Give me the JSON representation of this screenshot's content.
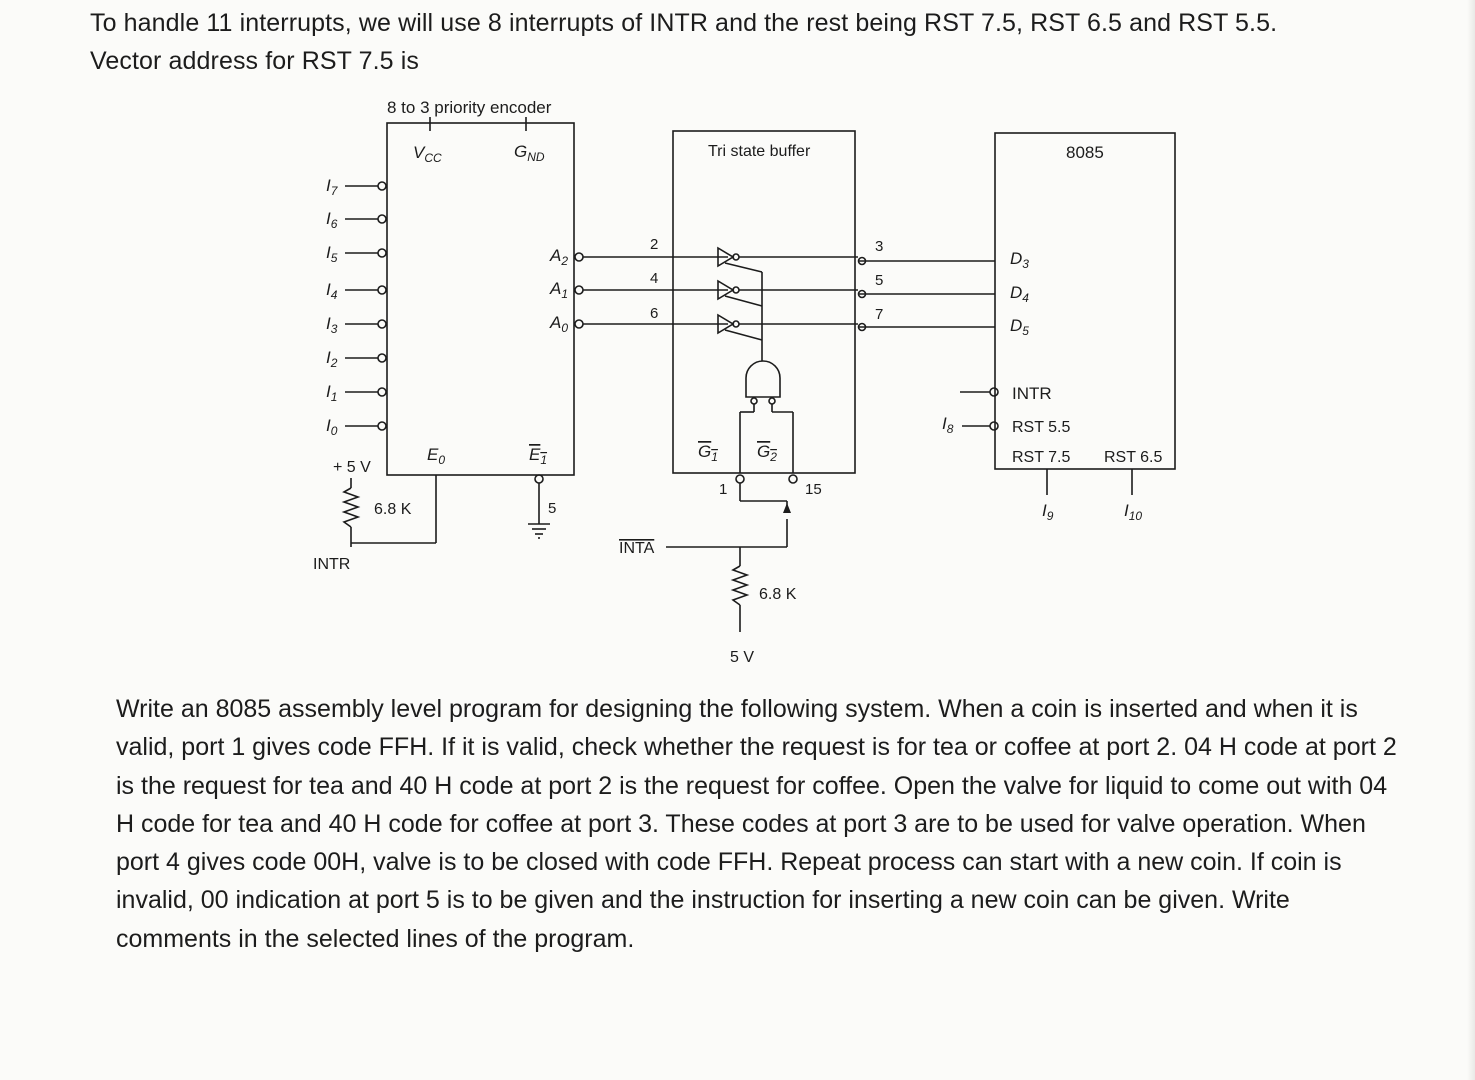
{
  "intro": {
    "line1": "To handle 11 interrupts, we will use 8 interrupts of INTR and the rest being RST 7.5, RST 6.5 and RST 5.5.",
    "line2": "Vector address for RST 7.5 is"
  },
  "circuit": {
    "encoder_title": "8 to 3 priority encoder",
    "vcc": "V",
    "vcc_sub": "CC",
    "gnd": "G",
    "gnd_sub": "ND",
    "inputs": [
      {
        "base": "I",
        "sub": "7"
      },
      {
        "base": "I",
        "sub": "6"
      },
      {
        "base": "I",
        "sub": "5"
      },
      {
        "base": "I",
        "sub": "4"
      },
      {
        "base": "I",
        "sub": "3"
      },
      {
        "base": "I",
        "sub": "2"
      },
      {
        "base": "I",
        "sub": "1"
      },
      {
        "base": "I",
        "sub": "0"
      }
    ],
    "outputs": [
      {
        "base": "A",
        "sub": "2"
      },
      {
        "base": "A",
        "sub": "1"
      },
      {
        "base": "A",
        "sub": "0"
      }
    ],
    "e0": {
      "base": "E",
      "sub": "0"
    },
    "e1": {
      "base": "E",
      "sub": "1"
    },
    "e1_pin": "5",
    "buffer_in_pins": [
      "2",
      "4",
      "6"
    ],
    "buffer_out_pins": [
      "3",
      "5",
      "7"
    ],
    "buffer_title": "Tri state buffer",
    "g1": {
      "base": "G",
      "sub": "1"
    },
    "g2": {
      "base": "G",
      "sub": "2"
    },
    "g1_pin": "1",
    "g2_pin": "15",
    "plus5v": "+ 5 V",
    "resistor_left": "6.8 K",
    "intr_out": "INTR",
    "inta": "INTA",
    "resistor_bottom": "6.8 K",
    "bottom_5v": "5 V",
    "cpu_title": "8085",
    "data_pins": [
      {
        "base": "D",
        "sub": "3"
      },
      {
        "base": "D",
        "sub": "4"
      },
      {
        "base": "D",
        "sub": "5"
      }
    ],
    "cpu_intr": "INTR",
    "rst55": "RST 5.5",
    "rst75": "RST 7.5",
    "rst65": "RST 6.5",
    "i8": {
      "base": "I",
      "sub": "8"
    },
    "i9": {
      "base": "I",
      "sub": "9"
    },
    "i10": {
      "base": "I",
      "sub": "10"
    }
  },
  "question": "Write an 8085 assembly level program for designing the following system. When a coin is inserted and when it is valid, port 1 gives code FFH. If it is valid, check whether the request is for tea or coffee at port 2. 04 H code at port 2 is the request for tea and 40 H code at port 2 is the request for coffee. Open the valve for liquid to come out with 04 H code for tea and 40 H code for coffee at port 3. These codes at port 3 are to be used for valve operation. When port 4 gives code 00H, valve is to be closed with code FFH. Repeat process can start with a new coin. If coin is invalid, 00 indication at port 5 is to be given and the instruction for inserting a new coin can be given. Write comments in the selected lines of the program."
}
